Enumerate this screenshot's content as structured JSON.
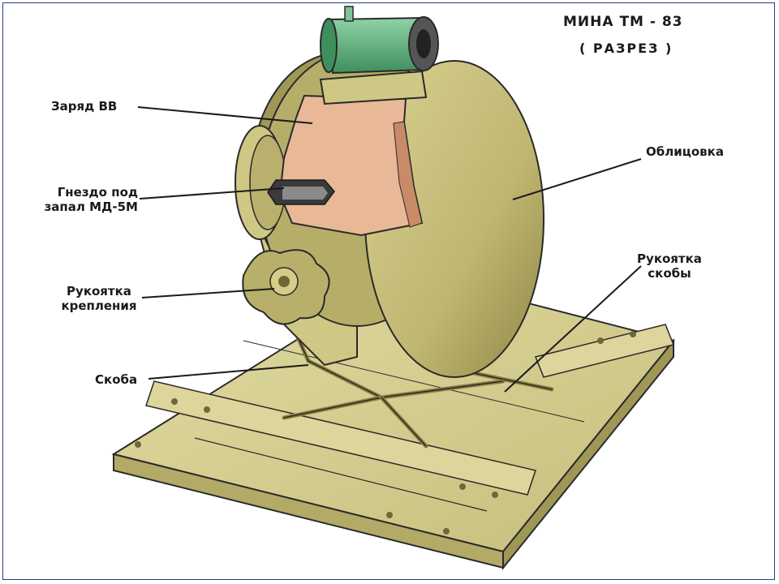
{
  "title": "МИНА ТМ - 83",
  "subtitle": "( РАЗРЕЗ )",
  "labels": {
    "charge": "Заряд ВВ",
    "casing": "Облицовка",
    "fuze_socket_line1": "Гнездо под",
    "fuze_socket_line2": "запал МД-5М",
    "bracket_handle_line1": "Рукоятка",
    "bracket_handle_line2": "скобы",
    "mount_handle_line1": "Рукоятка",
    "mount_handle_line2": "крепления",
    "bracket": "Скоба"
  },
  "colors": {
    "casing": "#c5bd7a",
    "casing_dark": "#948c48",
    "charge": "#e8b897",
    "fuze_cylinder": "#5fb07f",
    "board": "#d6cf94",
    "line": "#2a2a2a",
    "frame": "#2b3a8c"
  }
}
